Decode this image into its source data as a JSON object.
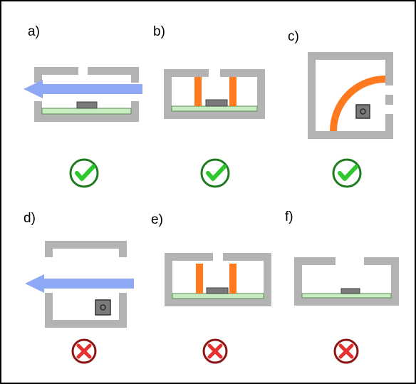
{
  "colors": {
    "enclosure": "#b3b3b3",
    "pcb": "#c6ecc0",
    "pcb_edge": "#5e8a57",
    "chip": "#7a7a7a",
    "airflow": "#8fa8f5",
    "baffle": "#ff7a1f",
    "ok_ring": "#207a20",
    "ok_check": "#2ec82e",
    "bad_ring": "#8b1414",
    "bad_cross": "#e63030",
    "sensor_box": "#7a7a7a",
    "sensor_dot": "#2b2b2b"
  },
  "panels": [
    {
      "label": "a)",
      "verdict": "ok",
      "icon": "check-circle-icon"
    },
    {
      "label": "b)",
      "verdict": "ok",
      "icon": "check-circle-icon"
    },
    {
      "label": "c)",
      "verdict": "ok",
      "icon": "check-circle-icon"
    },
    {
      "label": "d)",
      "verdict": "bad",
      "icon": "cross-circle-icon"
    },
    {
      "label": "e)",
      "verdict": "bad",
      "icon": "cross-circle-icon"
    },
    {
      "label": "f)",
      "verdict": "bad",
      "icon": "cross-circle-icon"
    }
  ]
}
